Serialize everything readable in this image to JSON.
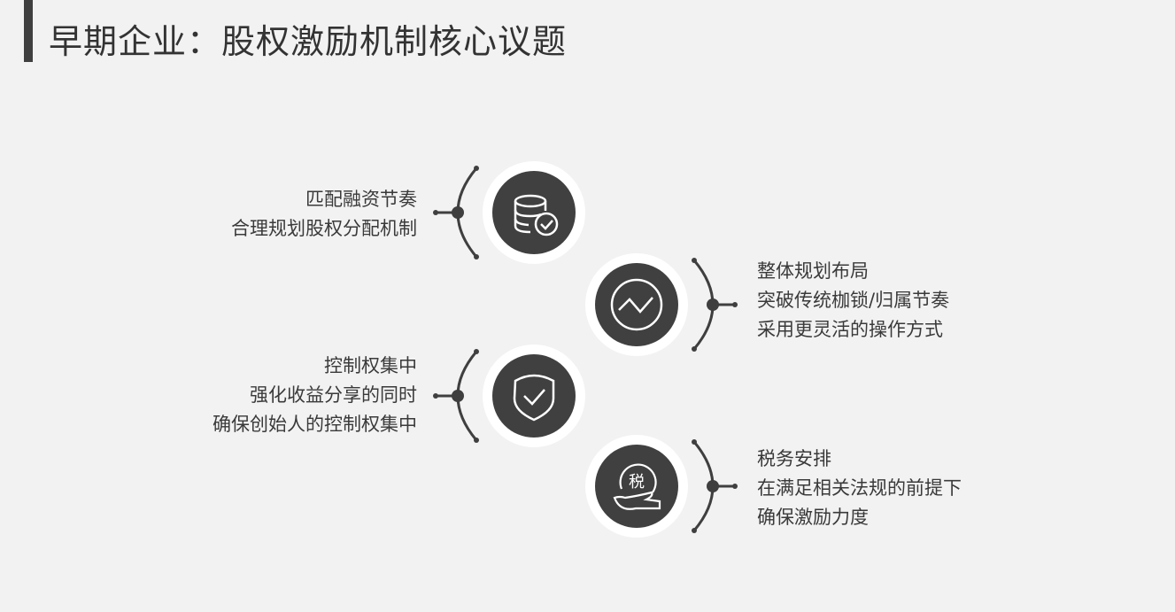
{
  "title": "早期企业：股权激励机制核心议题",
  "items": [
    {
      "icon": "database-check-icon",
      "lines": [
        "匹配融资节奏",
        "合理规划股权分配机制"
      ]
    },
    {
      "icon": "trend-line-icon",
      "lines": [
        "整体规划布局",
        "突破传统枷锁/归属节奏",
        "采用更灵活的操作方式"
      ]
    },
    {
      "icon": "shield-check-icon",
      "lines": [
        "控制权集中",
        "强化收益分享的同时",
        "确保创始人的控制权集中"
      ]
    },
    {
      "icon": "tax-hand-icon",
      "icon_text": "税",
      "lines": [
        "税务安排",
        "在满足相关法规的前提下",
        "确保激励力度"
      ]
    }
  ],
  "colors": {
    "background": "#f2f2f2",
    "circle": "#404040",
    "ring": "#ffffff",
    "line": "#3f3f3f"
  }
}
